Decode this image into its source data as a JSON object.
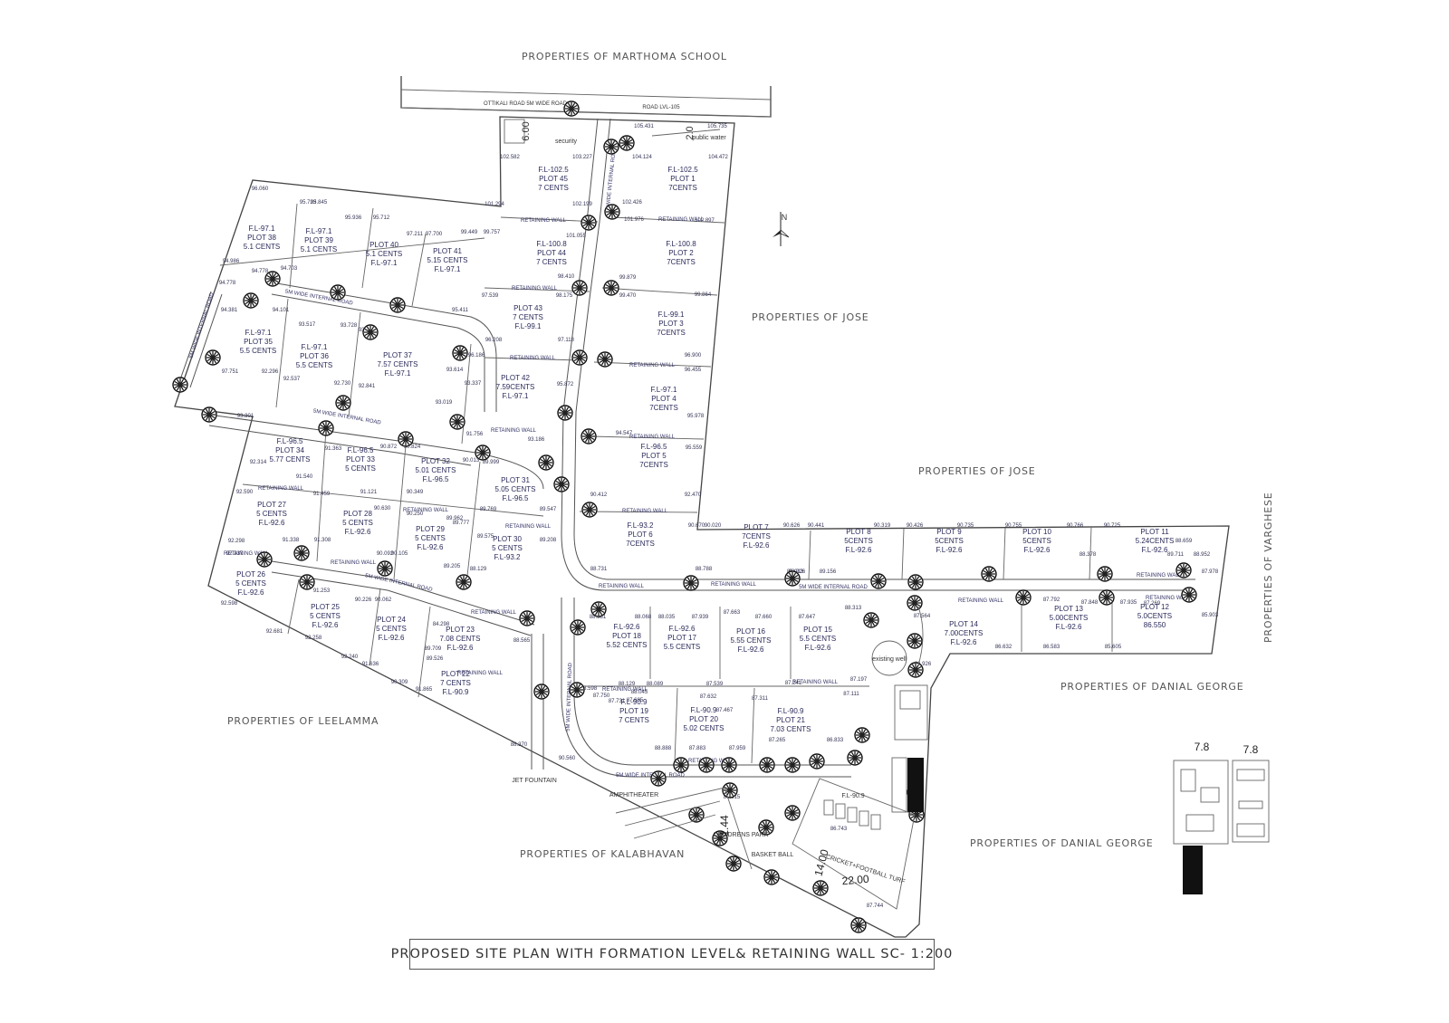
{
  "neighbours": {
    "marthoma": "PROPERTIES OF MARTHOMA SCHOOL",
    "jose1": "PROPERTIES OF JOSE",
    "jose2": "PROPERTIES OF JOSE",
    "varghese": "PROPERTIES OF VARGHESE",
    "danial1": "PROPERTIES OF DANIAL GEORGE",
    "danial2": "PROPERTIES OF DANIAL GEORGE",
    "leelamma": "PROPERTIES OF LEELAMMA",
    "kalabhavan": "PROPERTIES OF KALABHAVAN"
  },
  "roads": {
    "ottikali": "OTTIKALI ROAD 5M WIDE ROAD",
    "road_level": "ROAD LVL-105",
    "internal": "5M WIDE INTERNAL ROAD"
  },
  "retaining_wall": "RETAINING WALL",
  "north": "N",
  "plots": [
    {
      "id": "p45",
      "l1": "F.L-102.5",
      "l2": "PLOT 45",
      "l3": "7 CENTS"
    },
    {
      "id": "p1",
      "l1": "F.L-102.5",
      "l2": "PLOT 1",
      "l3": "7CENTS"
    },
    {
      "id": "p44",
      "l1": "F.L-100.8",
      "l2": "PLOT 44",
      "l3": "7 CENTS"
    },
    {
      "id": "p2",
      "l1": "F.L-100.8",
      "l2": "PLOT 2",
      "l3": "7CENTS"
    },
    {
      "id": "p43",
      "l1": "PLOT 43",
      "l2": "7 CENTS",
      "l3": "F.L-99.1"
    },
    {
      "id": "p3",
      "l1": "F.L-99.1",
      "l2": "PLOT 3",
      "l3": "7CENTS"
    },
    {
      "id": "p42",
      "l1": "PLOT 42",
      "l2": "7.59CENTS",
      "l3": "F.L-97.1"
    },
    {
      "id": "p4",
      "l1": "F.L-97.1",
      "l2": "PLOT 4",
      "l3": "7CENTS"
    },
    {
      "id": "p5",
      "l1": "F.L-96.5",
      "l2": "PLOT 5",
      "l3": "7CENTS"
    },
    {
      "id": "p38",
      "l1": "F.L-97.1",
      "l2": "PLOT 38",
      "l3": "5.1 CENTS"
    },
    {
      "id": "p39",
      "l1": "F.L-97.1",
      "l2": "PLOT 39",
      "l3": "5.1 CENTS"
    },
    {
      "id": "p40",
      "l1": "PLOT 40",
      "l2": "5.1 CENTS",
      "l3": "F.L-97.1"
    },
    {
      "id": "p41",
      "l1": "PLOT 41",
      "l2": "5.15 CENTS",
      "l3": "F.L-97.1"
    },
    {
      "id": "p35",
      "l1": "F.L-97.1",
      "l2": "PLOT 35",
      "l3": "5.5 CENTS"
    },
    {
      "id": "p36",
      "l1": "F.L-97.1",
      "l2": "PLOT 36",
      "l3": "5.5 CENTS"
    },
    {
      "id": "p37",
      "l1": "PLOT 37",
      "l2": "7.57 CENTS",
      "l3": "F.L-97.1"
    },
    {
      "id": "p34",
      "l1": "F.L-96.5",
      "l2": "PLOT 34",
      "l3": "5.77 CENTS"
    },
    {
      "id": "p33",
      "l1": "F.L-96.5",
      "l2": "PLOT 33",
      "l3": "5 CENTS"
    },
    {
      "id": "p32",
      "l1": "PLOT 32",
      "l2": "5.01 CENTS",
      "l3": "F.L-96.5"
    },
    {
      "id": "p31",
      "l1": "PLOT 31",
      "l2": "5.05 CENTS",
      "l3": "F.L-96.5"
    },
    {
      "id": "p27",
      "l1": "PLOT 27",
      "l2": "5 CENTS",
      "l3": "F.L-92.6"
    },
    {
      "id": "p28",
      "l1": "PLOT 28",
      "l2": "5 CENTS",
      "l3": "F.L-92.6"
    },
    {
      "id": "p29",
      "l1": "PLOT 29",
      "l2": "5 CENTS",
      "l3": "F.L-92.6"
    },
    {
      "id": "p30",
      "l1": "PLOT 30",
      "l2": "5 CENTS",
      "l3": "F.L-93.2"
    },
    {
      "id": "p6",
      "l1": "F.L-93.2",
      "l2": "PLOT 6",
      "l3": "7CENTS"
    },
    {
      "id": "p7",
      "l1": "PLOT 7",
      "l2": "7CENTS",
      "l3": "F.L-92.6"
    },
    {
      "id": "p8",
      "l1": "PLOT 8",
      "l2": "5CENTS",
      "l3": "F.L-92.6"
    },
    {
      "id": "p9",
      "l1": "PLOT 9",
      "l2": "5CENTS",
      "l3": "F.L-92.6"
    },
    {
      "id": "p10",
      "l1": "PLOT 10",
      "l2": "5CENTS",
      "l3": "F.L-92.6"
    },
    {
      "id": "p11",
      "l1": "PLOT 11",
      "l2": "5.24CENTS",
      "l3": "F.L-92.6"
    },
    {
      "id": "p26",
      "l1": "PLOT 26",
      "l2": "5 CENTS",
      "l3": "F.L-92.6"
    },
    {
      "id": "p25",
      "l1": "PLOT 25",
      "l2": "5 CENTS",
      "l3": "F.L-92.6"
    },
    {
      "id": "p24",
      "l1": "PLOT 24",
      "l2": "5 CENTS",
      "l3": "F.L-92.6"
    },
    {
      "id": "p23",
      "l1": "PLOT 23",
      "l2": "7.08 CENTS",
      "l3": "F.L-92.6"
    },
    {
      "id": "p22",
      "l1": "PLOT 22",
      "l2": "7 CENTS",
      "l3": "F.L-90.9"
    },
    {
      "id": "p18",
      "l1": "F.L-92.6",
      "l2": "PLOT 18",
      "l3": "5.52 CENTS"
    },
    {
      "id": "p17",
      "l1": "F.L-92.6",
      "l2": "PLOT 17",
      "l3": "5.5 CENTS"
    },
    {
      "id": "p16",
      "l1": "PLOT 16",
      "l2": "5.55 CENTS",
      "l3": "F.L-92.6"
    },
    {
      "id": "p15",
      "l1": "PLOT 15",
      "l2": "5.5 CENTS",
      "l3": "F.L-92.6"
    },
    {
      "id": "p14",
      "l1": "PLOT 14",
      "l2": "7.00CENTS",
      "l3": "F.L-92.6"
    },
    {
      "id": "p13",
      "l1": "PLOT 13",
      "l2": "5.00CENTS",
      "l3": "F.L-92.6"
    },
    {
      "id": "p12",
      "l1": "PLOT 12",
      "l2": "5.0CENTS",
      "l3": "86.550"
    },
    {
      "id": "p19",
      "l1": "F.L-90.9",
      "l2": "PLOT 19",
      "l3": "7 CENTS"
    },
    {
      "id": "p20",
      "l1": "F.L-90.9",
      "l2": "PLOT 20",
      "l3": "5.02 CENTS"
    },
    {
      "id": "p21",
      "l1": "F.L-90.9",
      "l2": "PLOT 21",
      "l3": "7.03 CENTS"
    }
  ],
  "levels": [
    "96.060",
    "95.723",
    "95.845",
    "95.936",
    "95.712",
    "97.211",
    "97.700",
    "99.449",
    "99.757",
    "102.582",
    "103.227",
    "104.124",
    "104.472",
    "105.431",
    "105.735",
    "101.294",
    "102.199",
    "102.426",
    "102.897",
    "101.055",
    "101.976",
    "94.778",
    "94.703",
    "94.986",
    "94.778",
    "98.410",
    "98.175",
    "99.879",
    "99.470",
    "99.864",
    "97.539",
    "96.208",
    "97.118",
    "96.900",
    "96.455",
    "94.381",
    "94.101",
    "93.517",
    "93.728",
    "93.888",
    "95.411",
    "96.186",
    "97.751",
    "92.296",
    "92.537",
    "92.730",
    "92.841",
    "93.614",
    "93.019",
    "93.337",
    "95.872",
    "95.978",
    "95.559",
    "93.301",
    "91.363",
    "91.540",
    "92.314",
    "90.872",
    "90.824",
    "90.013",
    "89.999",
    "91.756",
    "93.186",
    "90.412",
    "92.470",
    "92.590",
    "91.459",
    "91.121",
    "90.630",
    "90.250",
    "90.349",
    "89.769",
    "89.777",
    "89.575",
    "89.962",
    "89.547",
    "89.208",
    "92.298",
    "92.337",
    "91.308",
    "91.338",
    "90.105",
    "90.092",
    "89.205",
    "88.129",
    "88.731",
    "88.788",
    "90.020",
    "90.670",
    "90.626",
    "90.441",
    "90.319",
    "90.426",
    "90.735",
    "90.755",
    "90.766",
    "90.725",
    "88.659",
    "89.711",
    "88.952",
    "89.156",
    "88.913",
    "88.926",
    "88.378",
    "87.978",
    "92.598",
    "91.253",
    "90.226",
    "90.062",
    "88.565",
    "88.598",
    "88.581",
    "88.068",
    "88.035",
    "87.939",
    "87.663",
    "87.660",
    "87.647",
    "88.313",
    "87.564",
    "87.792",
    "87.848",
    "87.935",
    "87.269",
    "85.903",
    "86.632",
    "86.583",
    "85.605",
    "92.681",
    "92.258",
    "92.240",
    "91.636",
    "90.309",
    "91.865",
    "89.526",
    "89.709",
    "84.298",
    "87.731",
    "87.685",
    "88.129",
    "88.089",
    "87.539",
    "87.241",
    "87.197",
    "88.045",
    "87.750",
    "87.632",
    "87.467",
    "87.311",
    "87.111",
    "86.926",
    "88.888",
    "87.883",
    "87.959",
    "87.265",
    "86.833",
    "87.615",
    "86.743",
    "87.744",
    "90.560",
    "88.370",
    "94.547"
  ],
  "labels": {
    "security": "security",
    "public_water": "public water",
    "existing_well": "existing well",
    "jet_fountain": "JET FOUNTAIN",
    "amphitheater": "AMPHITHEATER",
    "childrens_park": "CHILDRENS PARK",
    "basket_ball": "BASKET BALL",
    "cricket_turf": "CRICKET+FOOTBALL TURF",
    "fl_909": "F.L-90.9",
    "dim_144": "1.44",
    "dim_1400": "14.00",
    "dim_2200": "22.00",
    "dim_600": "6.00",
    "dim_20": "2.0",
    "elev1": "7.8",
    "elev2": "7.8"
  },
  "title": "PROPOSED SITE PLAN WITH FORMATION LEVEL& RETAINING WALL   SC- 1:200"
}
